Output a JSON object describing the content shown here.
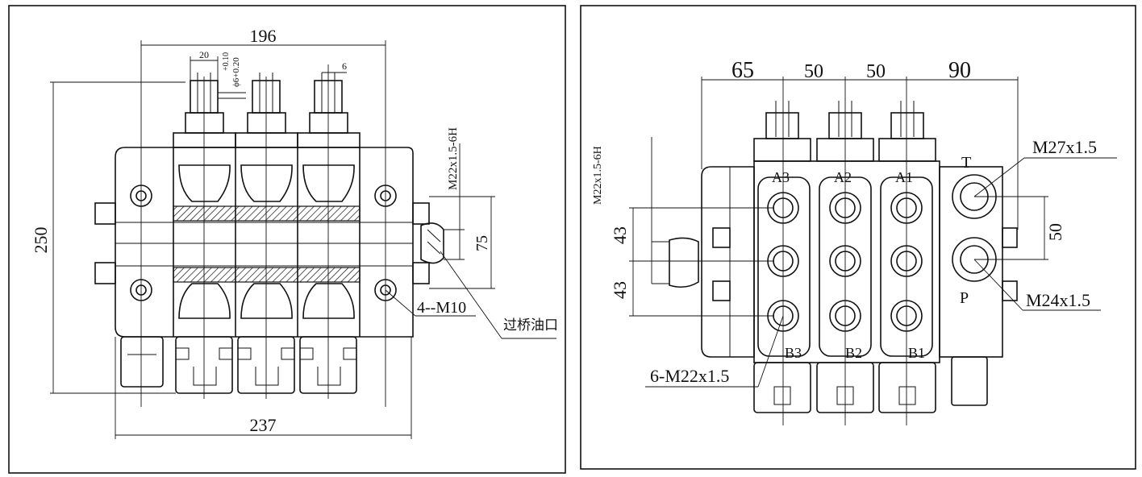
{
  "left": {
    "overall_width": "196",
    "spool_spacing": "20",
    "tolerance_upper": "+0.10",
    "tolerance_lower": "ϕ6+0.20",
    "pin_dim": "6",
    "height": "250",
    "base_width": "237",
    "port_thread": "M22x1.5-6H",
    "port_spacing": "75",
    "mount_holes": "4--M10",
    "bridge_port": "过桥油口"
  },
  "right": {
    "dim_a": "65",
    "dim_b": "50",
    "dim_c": "50",
    "dim_d": "90",
    "port_thread": "M22x1.5-6H",
    "dim_e": "43",
    "dim_f": "43",
    "dim_g": "50",
    "tank_thread": "M27x1.5",
    "pressure_thread": "M24x1.5",
    "work_ports": "6-M22x1.5",
    "labels": [
      "A3",
      "A2",
      "A1",
      "B3",
      "B2",
      "B1",
      "T",
      "P"
    ]
  }
}
